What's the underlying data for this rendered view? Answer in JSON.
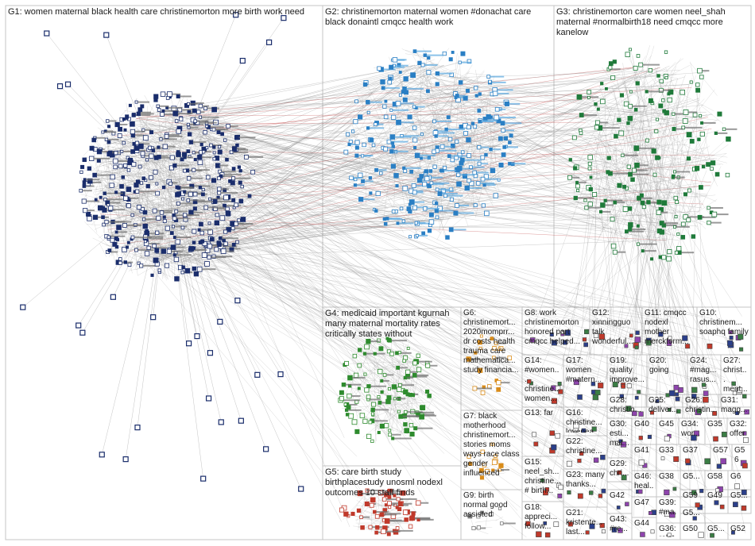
{
  "groups": [
    {
      "id": "G1",
      "label": "G1: women maternal black health care christinemorton more birth work need",
      "color": "#1a2d6b"
    },
    {
      "id": "G2",
      "label": "G2: christinemorton maternal women #donachat care black donaintl cmqcc health work",
      "color": "#2a7fc4"
    },
    {
      "id": "G3",
      "label": "G3: christinemorton care women neel_shah maternal #normalbirth18 need cmqcc more kanelow",
      "color": "#1f7a3a"
    },
    {
      "id": "G4",
      "label": "G4: medicaid important kgurnah many maternal mortality rates critically states without",
      "color": "#2e8b2e"
    },
    {
      "id": "G5",
      "label": "G5: care birth study birthplacestudy unosml nodexl outcomes 10 staff finds",
      "color": "#c0392b"
    },
    {
      "id": "G6",
      "label": "G6: christinemort... 2020momprr... dr costs health trauma care mathematica... study financia...",
      "color": "#d98c1a"
    },
    {
      "id": "G7",
      "label": "G7: black motherhood christinemort... stories moms ways race class gender influenced",
      "color": "#d98c1a"
    },
    {
      "id": "G8",
      "label": "G8: work christinemorton honored part cmqcc helped...",
      "color": "#7a7a7a"
    },
    {
      "id": "G9",
      "label": "G9: birth normal good assisted",
      "color": "#7a7a7a"
    },
    {
      "id": "G10",
      "label": "G10: christinem... soaphq family",
      "color": "#7a7a7a"
    },
    {
      "id": "G11",
      "label": "G11: cmqcc nodexl mother merckform...",
      "color": "#7a7a7a"
    },
    {
      "id": "G12",
      "label": "G12: xinningguo talk wonderful...",
      "color": "#7a7a7a"
    },
    {
      "id": "G13",
      "label": "G13: far",
      "color": "#7a7a7a"
    },
    {
      "id": "G14",
      "label": "G14: #women... christine... women...",
      "color": "#7a7a7a"
    },
    {
      "id": "G15",
      "label": "G15: neel_sh... christine... # birth...",
      "color": "#7a7a7a"
    },
    {
      "id": "G16",
      "label": "G16: christine... lovepea...",
      "color": "#7a7a7a"
    },
    {
      "id": "G17",
      "label": "G17: women #matern...",
      "color": "#7a7a7a"
    },
    {
      "id": "G18",
      "label": "G18: appreci... follow...",
      "color": "#7a7a7a"
    },
    {
      "id": "G19",
      "label": "G19: quality improve...",
      "color": "#7a7a7a"
    },
    {
      "id": "G20",
      "label": "G20: going",
      "color": "#7a7a7a"
    },
    {
      "id": "G21",
      "label": "G21: kristente... last...",
      "color": "#7a7a7a"
    },
    {
      "id": "G22",
      "label": "G22: christine...",
      "color": "#7a7a7a"
    },
    {
      "id": "G23",
      "label": "G23: many thanks...",
      "color": "#7a7a7a"
    },
    {
      "id": "G24",
      "label": "G24: #mag... rasus...",
      "color": "#7a7a7a"
    },
    {
      "id": "G25",
      "label": "G25: deliver...",
      "color": "#7a7a7a"
    },
    {
      "id": "G26",
      "label": "G26: christin...",
      "color": "#7a7a7a"
    },
    {
      "id": "G27",
      "label": "G27: christ... ment...",
      "color": "#7a7a7a"
    },
    {
      "id": "G28",
      "label": "G28: christin...",
      "color": "#7a7a7a"
    },
    {
      "id": "G29",
      "label": "G29: chri... mo...",
      "color": "#7a7a7a"
    },
    {
      "id": "G30",
      "label": "G30: esti... mat...",
      "color": "#7a7a7a"
    },
    {
      "id": "G31",
      "label": "G31: magg...",
      "color": "#7a7a7a"
    },
    {
      "id": "G32",
      "label": "G32: offer",
      "color": "#7a7a7a"
    },
    {
      "id": "G33",
      "label": "G33",
      "color": "#7a7a7a"
    },
    {
      "id": "G34",
      "label": "G34: wor...",
      "color": "#7a7a7a"
    },
    {
      "id": "G35",
      "label": "G35",
      "color": "#7a7a7a"
    },
    {
      "id": "G36",
      "label": "G36: relat...",
      "color": "#7a7a7a"
    },
    {
      "id": "G37",
      "label": "G37",
      "color": "#7a7a7a"
    },
    {
      "id": "G38",
      "label": "G38",
      "color": "#7a7a7a"
    },
    {
      "id": "G39",
      "label": "G39: #ma...",
      "color": "#7a7a7a"
    },
    {
      "id": "G40",
      "label": "G40",
      "color": "#7a7a7a"
    },
    {
      "id": "G41",
      "label": "G41",
      "color": "#7a7a7a"
    },
    {
      "id": "G42",
      "label": "G42",
      "color": "#7a7a7a"
    },
    {
      "id": "G43",
      "label": "G43: #re...",
      "color": "#7a7a7a"
    },
    {
      "id": "G44",
      "label": "G44",
      "color": "#7a7a7a"
    },
    {
      "id": "G45",
      "label": "G45",
      "color": "#7a7a7a"
    },
    {
      "id": "G46",
      "label": "G46: heal...",
      "color": "#7a7a7a"
    },
    {
      "id": "G47",
      "label": "G47",
      "color": "#7a7a7a"
    },
    {
      "id": "G49",
      "label": "G49",
      "color": "#7a7a7a"
    },
    {
      "id": "G50",
      "label": "G50",
      "color": "#7a7a7a"
    },
    {
      "id": "G52",
      "label": "G52",
      "color": "#7a7a7a"
    },
    {
      "id": "G56",
      "label": "G56",
      "color": "#7a7a7a"
    },
    {
      "id": "G57",
      "label": "G57",
      "color": "#7a7a7a"
    },
    {
      "id": "G58",
      "label": "G58",
      "color": "#7a7a7a"
    },
    {
      "id": "G59",
      "label": "G59",
      "color": "#7a7a7a"
    },
    {
      "id": "G5a",
      "label": "G5...",
      "color": "#7a7a7a"
    },
    {
      "id": "G5b",
      "label": "G5...",
      "color": "#7a7a7a"
    },
    {
      "id": "G5c",
      "label": "G5...",
      "color": "#7a7a7a"
    },
    {
      "id": "G5d",
      "label": "G5...",
      "color": "#7a7a7a"
    },
    {
      "id": "G6x",
      "label": "G6",
      "color": "#7a7a7a"
    }
  ],
  "edge_colors": {
    "default": "#8a8a8a",
    "highlight": "#b52020"
  }
}
